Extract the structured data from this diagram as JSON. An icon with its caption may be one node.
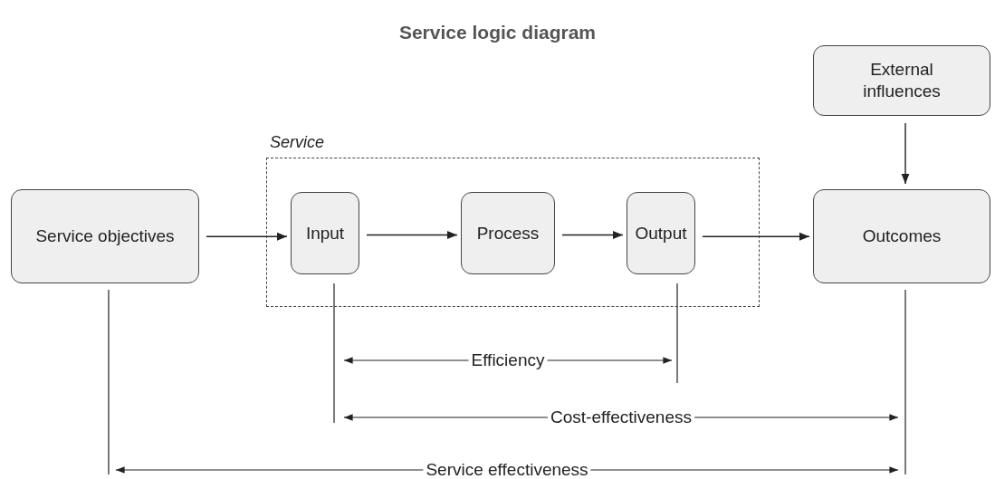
{
  "diagram": {
    "title": "Service logic diagram",
    "nodes": [
      {
        "text": [
          "Service objectives"
        ]
      },
      {
        "text": [
          "Service"
        ]
      },
      {
        "text": [
          "Input"
        ],
        "in": 1
      },
      {
        "text": [
          "Process"
        ],
        "in": 1
      },
      {
        "text": [
          "Output"
        ],
        "in": 1
      },
      {
        "text": [
          "External influences"
        ]
      },
      {
        "text": [
          "Outcomes"
        ]
      }
    ],
    "edges": [
      {
        "from": 0,
        "to": 2,
        "arrow": "to"
      },
      {
        "from": 2,
        "to": 3,
        "arrow": "to"
      },
      {
        "from": 3,
        "to": 4,
        "arrow": "to"
      },
      {
        "from": 4,
        "to": 6,
        "arrow": "to"
      },
      {
        "from": 5,
        "to": 6,
        "arrow": "to"
      }
    ],
    "labels": [
      "Efficiency",
      "Cost-effectiveness",
      "Service effectiveness"
    ]
  }
}
